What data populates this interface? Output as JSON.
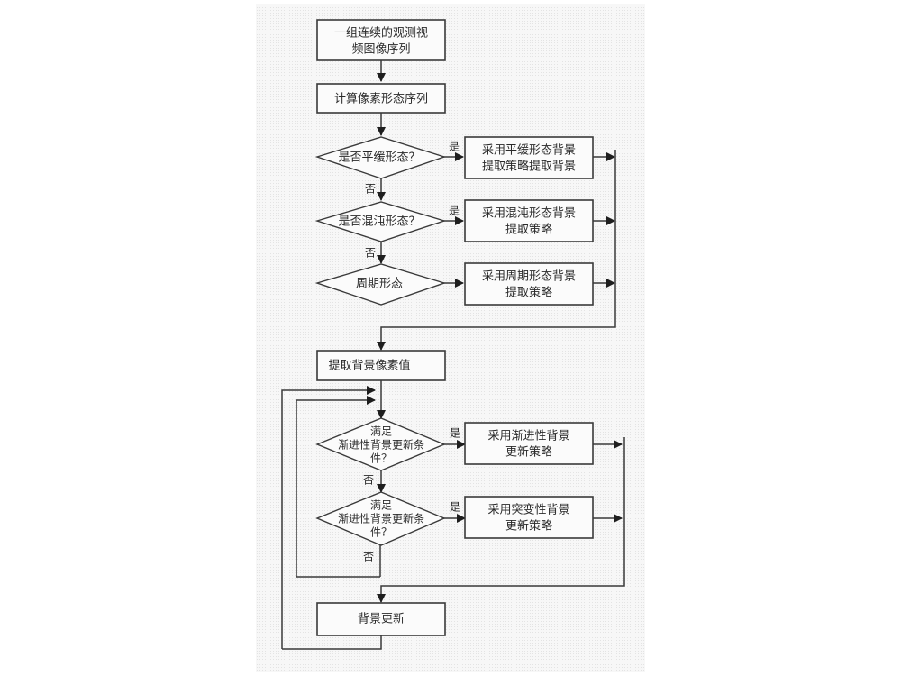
{
  "diagram": {
    "type": "flowchart",
    "nodes": {
      "input": {
        "lines": [
          "一组连续的观测视",
          "频图像序列"
        ]
      },
      "compute": {
        "lines": [
          "计算像素形态序列"
        ]
      },
      "q_smooth": {
        "lines": [
          "是否平缓形态？"
        ]
      },
      "q_chaos": {
        "lines": [
          "是否混沌形态？"
        ]
      },
      "q_periodic": {
        "lines": [
          "周期形态"
        ]
      },
      "s_smooth": {
        "lines": [
          "采用平缓形态背景",
          "提取策略提取背景"
        ]
      },
      "s_chaos": {
        "lines": [
          "采用混沌形态背景",
          "提取策略"
        ]
      },
      "s_periodic": {
        "lines": [
          "采用周期形态背景",
          "提取策略"
        ]
      },
      "extract": {
        "lines": [
          "提取背景像素值"
        ]
      },
      "q_gradual": {
        "lines": [
          "满足",
          "渐进性背景更新条",
          "件？"
        ]
      },
      "q_sudden": {
        "lines": [
          "满足",
          "渐进性背景更新条",
          "件？"
        ]
      },
      "s_gradual": {
        "lines": [
          "采用渐进性背景",
          "更新策略"
        ]
      },
      "s_sudden": {
        "lines": [
          "采用突变性背景",
          "更新策略"
        ]
      },
      "update": {
        "lines": [
          "背景更新"
        ]
      }
    },
    "labels": {
      "yes": "是",
      "no": "否"
    },
    "edges": [
      [
        "input",
        "compute"
      ],
      [
        "compute",
        "q_smooth"
      ],
      [
        "q_smooth",
        "s_smooth",
        "是"
      ],
      [
        "q_smooth",
        "q_chaos",
        "否"
      ],
      [
        "q_chaos",
        "s_chaos",
        "是"
      ],
      [
        "q_chaos",
        "q_periodic",
        "否"
      ],
      [
        "q_periodic",
        "s_periodic"
      ],
      [
        "s_smooth",
        "extract"
      ],
      [
        "s_chaos",
        "extract"
      ],
      [
        "s_periodic",
        "extract"
      ],
      [
        "extract",
        "q_gradual"
      ],
      [
        "q_gradual",
        "s_gradual",
        "是"
      ],
      [
        "q_gradual",
        "q_sudden",
        "否"
      ],
      [
        "q_sudden",
        "s_sudden",
        "是"
      ],
      [
        "q_sudden",
        "q_gradual",
        "否"
      ],
      [
        "s_gradual",
        "update"
      ],
      [
        "s_sudden",
        "update"
      ],
      [
        "update",
        "q_gradual"
      ]
    ]
  }
}
